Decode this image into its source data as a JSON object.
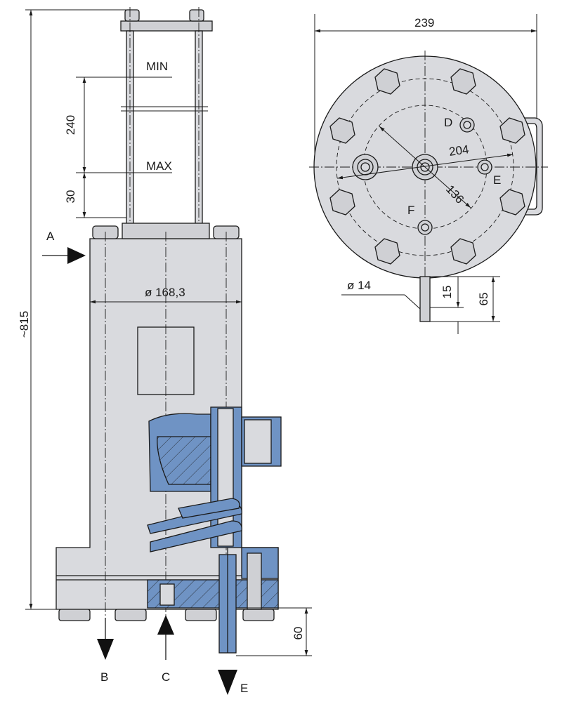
{
  "drawing": {
    "side_view": {
      "dimensions": {
        "overall_height": "~815",
        "stroke": "240",
        "reserve": "30",
        "diameter": "ø 168,3",
        "outlet_length": "60"
      },
      "labels": {
        "min": "MIN",
        "max": "MAX",
        "port_a": "A",
        "port_b": "B",
        "port_c": "C",
        "port_e": "E"
      }
    },
    "top_view": {
      "dimensions": {
        "width": "239",
        "bolt_circle": "204",
        "inner_circle": "136",
        "pipe_diameter": "ø 14",
        "pipe_short": "15",
        "pipe_long": "65"
      },
      "labels": {
        "port_d": "D",
        "port_e": "E",
        "port_f": "F"
      }
    },
    "colors": {
      "body": "#d9dade",
      "section": "#6f93c4",
      "line": "#1a1a1a"
    }
  }
}
